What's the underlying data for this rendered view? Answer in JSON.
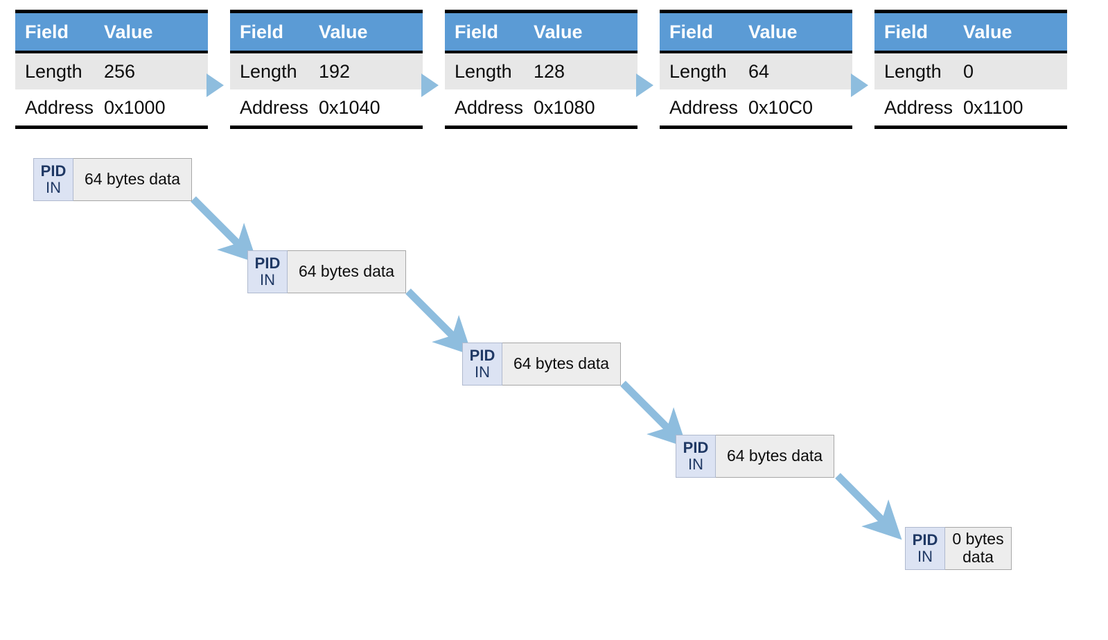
{
  "diagram": {
    "descriptor_tables": {
      "columns": [
        "Field",
        "Value"
      ],
      "row_labels": [
        "Length",
        "Address"
      ],
      "items": [
        {
          "length": "256",
          "address": "0x1000"
        },
        {
          "length": "192",
          "address": "0x1040"
        },
        {
          "length": "128",
          "address": "0x1080"
        },
        {
          "length": "64",
          "address": "0x10C0"
        },
        {
          "length": "0",
          "address": "0x1100"
        }
      ]
    },
    "packets": [
      {
        "pid_top": "PID",
        "pid_bottom": "IN",
        "data": "64 bytes data"
      },
      {
        "pid_top": "PID",
        "pid_bottom": "IN",
        "data": "64 bytes data"
      },
      {
        "pid_top": "PID",
        "pid_bottom": "IN",
        "data": "64 bytes data"
      },
      {
        "pid_top": "PID",
        "pid_bottom": "IN",
        "data": "64 bytes data"
      },
      {
        "pid_top": "PID",
        "pid_bottom": "IN",
        "data": "0 bytes data"
      }
    ],
    "colors": {
      "header_blue": "#5B9BD5",
      "banded_gray": "#E7E7E7",
      "arrow_blue": "#8EBDDE",
      "pid_lavender": "#DCE3F3",
      "pid_text_navy": "#1F3864",
      "data_gray": "#EDEDED"
    }
  }
}
